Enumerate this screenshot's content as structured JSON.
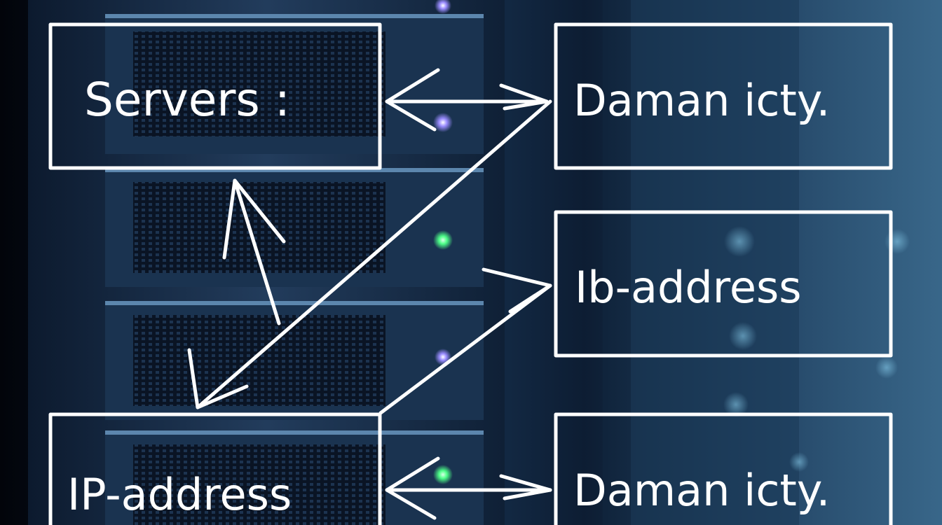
{
  "nodes": {
    "servers": {
      "label": "Servers :"
    },
    "domain_top": {
      "label": "Daman icty."
    },
    "ib_address": {
      "label": "Ib-address"
    },
    "ip_address": {
      "label": "IP-address"
    },
    "domain_bottom": {
      "label": "Daman icty."
    }
  },
  "colors": {
    "chalk": "#ffffff",
    "led_green": "#4dff88",
    "led_violet": "#9a8cff",
    "rack_glow": "#6fc3e8"
  }
}
